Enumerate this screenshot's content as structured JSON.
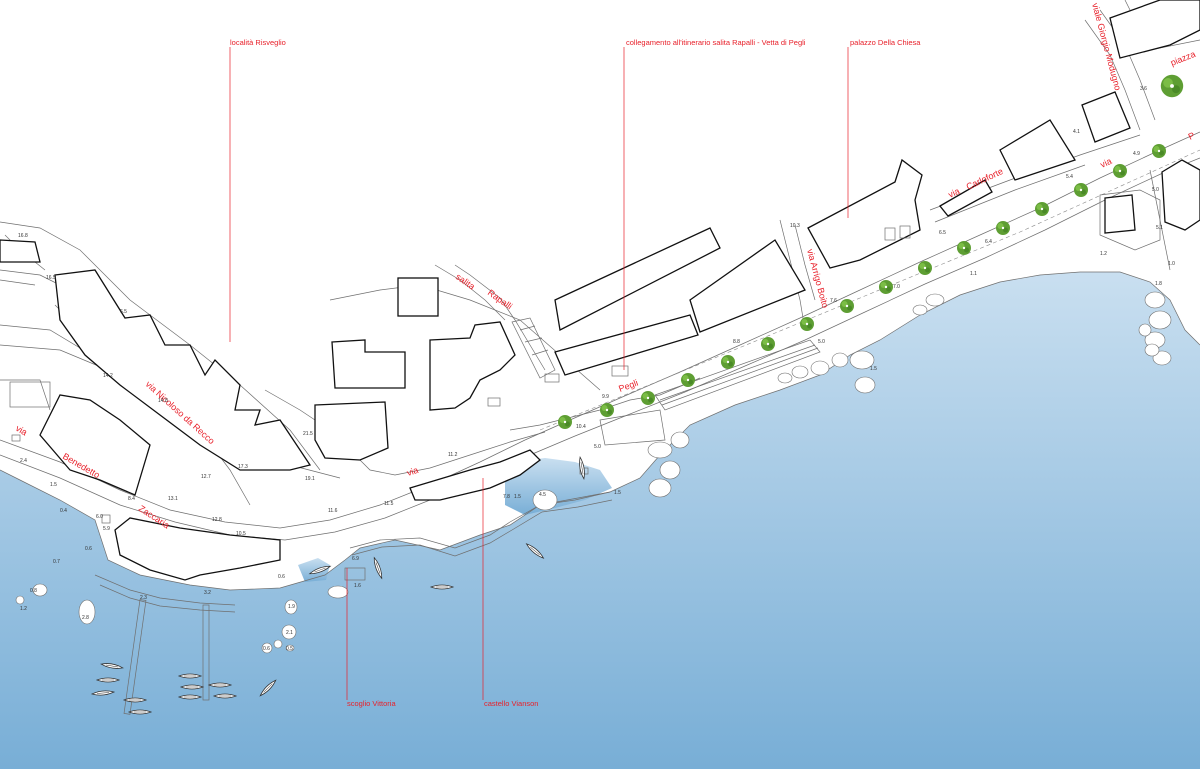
{
  "map": {
    "colors": {
      "sea_light": "#c9dff0",
      "sea_dark": "#78aed6",
      "labels": "#e8202a",
      "trees": "#5e9e33",
      "buildings": "#111111"
    },
    "annotations": {
      "risveglio": "località Risveglio",
      "collegamento": "collegamento all'itinerario salita Rapalli - Vetta di Pegli",
      "palazzo": "palazzo Della Chiesa",
      "scoglio": "scoglio Vittoria",
      "castello": "castello Vianson"
    },
    "streets": {
      "via_left": "via",
      "benedetto": "Benedetto",
      "zaccaria": "Zaccaria",
      "via_nicoloso": "via  Nicoloso  da  Recco",
      "via_main": "via",
      "pegli": "Pegli",
      "salita_a": "salita",
      "salita_b": "Rapalli",
      "via_arrigo": "via Arrigo Boito",
      "via_carloforte_a": "via",
      "via_carloforte_b": "Carloforte",
      "via_right": "via",
      "p_right": "P",
      "piazza": "piazza",
      "viale": "viale Giorgio Modugno"
    },
    "elevations": [
      "16.8",
      "16.5",
      "14.2",
      "14.8",
      "17.3",
      "19.1",
      "21.5",
      "12.7",
      "13.1",
      "12.8",
      "10.5",
      "11.6",
      "11.5",
      "11.2",
      "8.4",
      "2.4",
      "1.5",
      "0.4",
      "0.6",
      "0.7",
      "0.8",
      "1.2",
      "2.8",
      "6.0",
      "5.9",
      "3.2",
      "2.3",
      "1.9",
      "2.1",
      "0.6",
      "0.5",
      "1.6",
      "6.9",
      "0.6",
      "7.8",
      "1.5",
      "4.5",
      "1.5",
      "5.0",
      "10.4",
      "9.9",
      "8.8",
      "7.6",
      "7.0",
      "6.4",
      "6.5",
      "5.0",
      "4.1",
      "5.4",
      "4.9",
      "5.0",
      "5.1",
      "3.6",
      "10.3",
      "1.1",
      "1.2",
      "1.0",
      "1.8",
      "1.5",
      "6.5"
    ]
  }
}
